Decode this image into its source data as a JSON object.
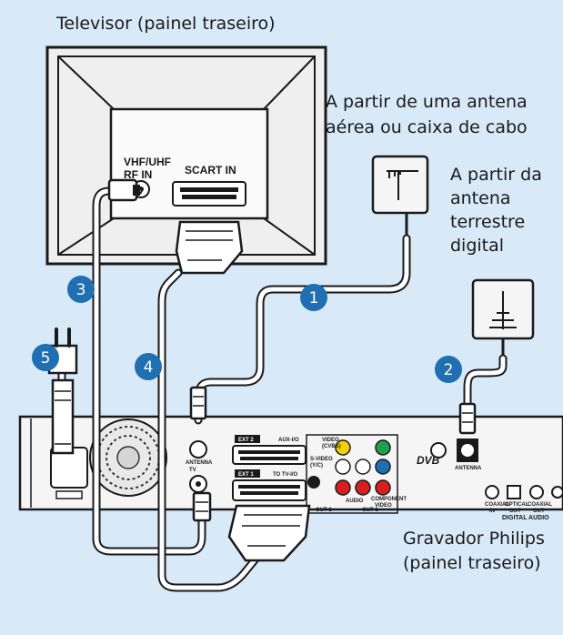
{
  "labels": {
    "tv_title": "Televisor (painel traseiro)",
    "antenna_source": [
      "A partir de uma antena",
      "aérea ou caixa de cabo"
    ],
    "digital_source": [
      "A partir da",
      "antena",
      "terrestre",
      "digital"
    ],
    "recorder_title": [
      "Gravador Philips",
      "(painel traseiro)"
    ]
  },
  "tv_ports": {
    "vhf": [
      "VHF/UHF",
      "RF IN"
    ],
    "scart": "SCART IN"
  },
  "recorder_ports": {
    "antenna": "ANTENNA",
    "tv": "TV",
    "ext2": "EXT 2",
    "aux": "AUX-I/O",
    "ext1": "EXT 1",
    "totv": "TO TV-I/O",
    "video": [
      "VIDEO",
      "(CVBS)"
    ],
    "svideo": [
      "S-VIDEO",
      "(Y/C)"
    ],
    "audio": "AUDIO",
    "component": [
      "COMPONENT",
      "VIDEO"
    ],
    "out2": "OUT 2",
    "out1": "OUT 1",
    "dvb_antenna": "ANTENNA",
    "dvb_logo": "DVB",
    "coaxial_in": [
      "COAXIAL",
      "IN"
    ],
    "optical_out": [
      "OPTICAL",
      "OUT"
    ],
    "coaxial_out": [
      "COAXIAL",
      "OUT"
    ],
    "digital_audio": "DIGITAL AUDIO"
  },
  "steps": [
    "1",
    "2",
    "3",
    "4",
    "5"
  ],
  "colors": {
    "background": "#d8e9f7",
    "step_badge": "#1f6fb2",
    "cable": "#ffffff",
    "panel": "#f2f2f2",
    "outline": "#1a1a1a"
  }
}
